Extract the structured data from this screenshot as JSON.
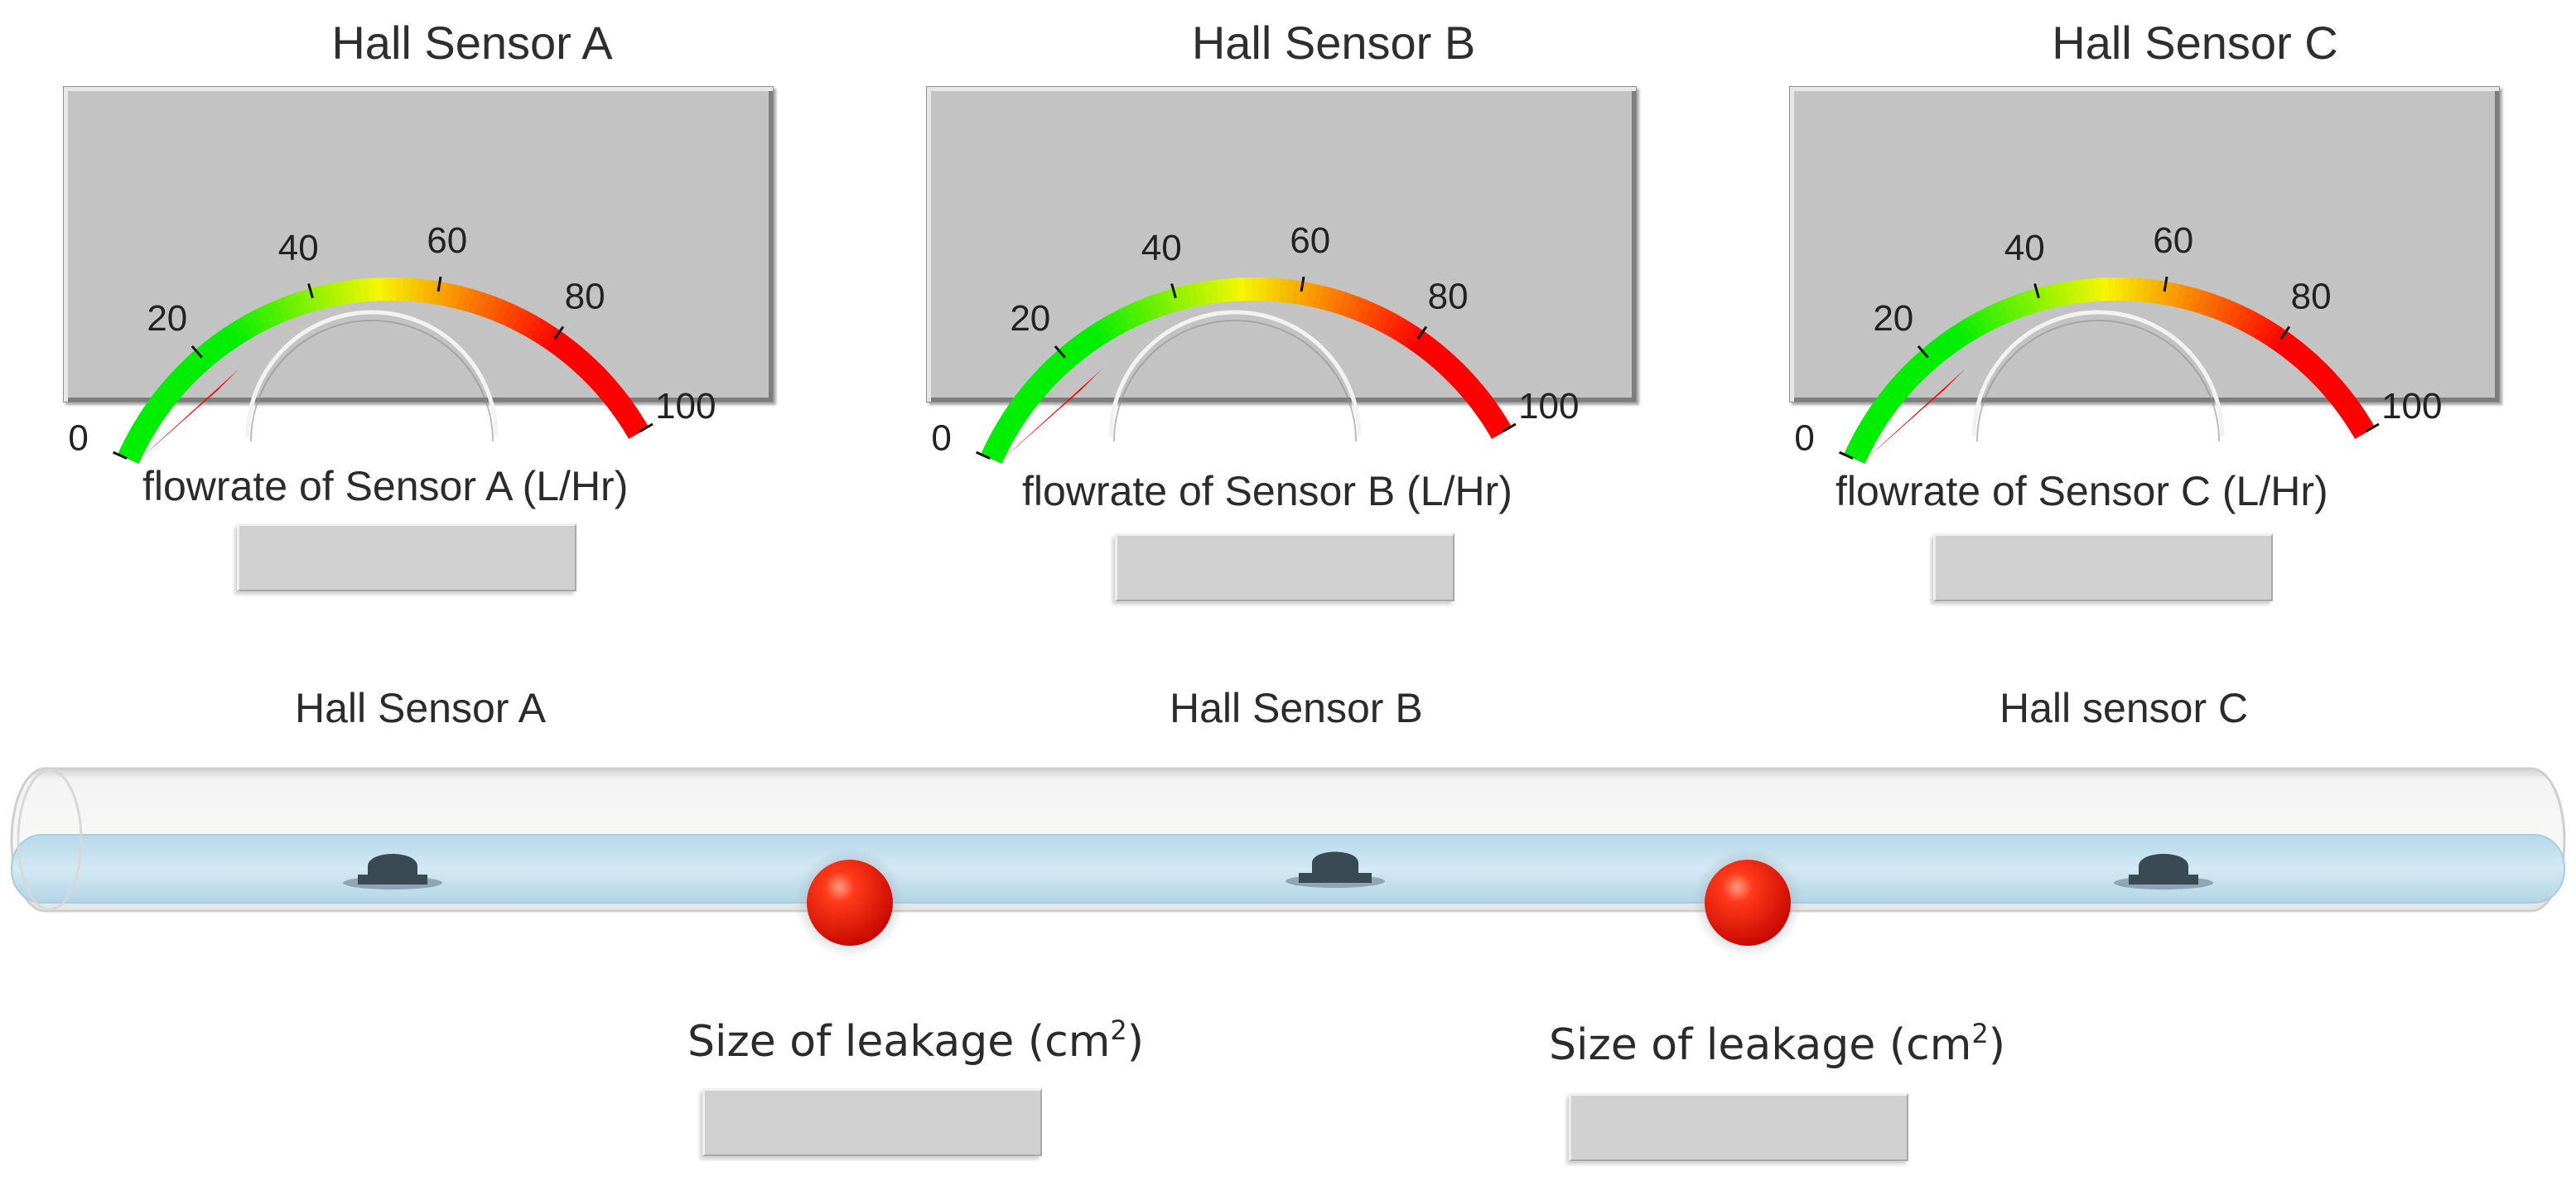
{
  "gauges": [
    {
      "title": "Hall Sensor A",
      "flow_label": "flowrate of Sensor A (L/Hr)",
      "value": 0
    },
    {
      "title": "Hall Sensor B",
      "flow_label": "flowrate of Sensor B (L/Hr)",
      "value": 0
    },
    {
      "title": "Hall Sensor C",
      "flow_label": "flowrate of Sensor C (L/Hr)",
      "value": 0
    }
  ],
  "gauge_scale": {
    "min": 0,
    "max": 100,
    "ticks": [
      "0",
      "20",
      "40",
      "60",
      "80",
      "100"
    ],
    "colors": {
      "low": "#00ee00",
      "mid": "#f5f500",
      "high": "#ff0000",
      "needle": "#ff0000",
      "panel": "#c3c3c3"
    }
  },
  "pipe": {
    "labels": [
      "Hall Sensor A",
      "Hall Sensor B",
      "Hall sensor C"
    ],
    "water_color": "#cde6f2",
    "sensor_icon_color": "#3a4a55",
    "leak_indicator_color": "#ee1100"
  },
  "leakage": [
    {
      "label": "Size of leakage (cm",
      "unit_sup": "2",
      "suffix": ")"
    },
    {
      "label": "Size of leakage (cm",
      "unit_sup": "2",
      "suffix": ")"
    }
  ]
}
